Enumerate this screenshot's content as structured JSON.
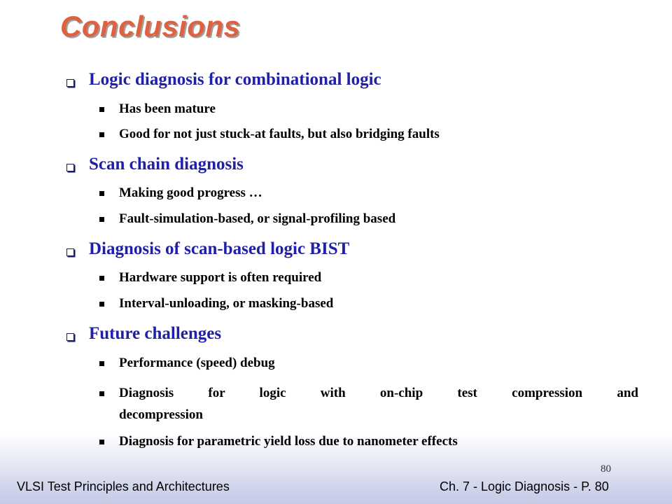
{
  "slide": {
    "title": "Conclusions",
    "sections": [
      {
        "heading": "Logic diagnosis for combinational logic",
        "items": [
          "Has been mature",
          "Good for not just stuck-at faults, but also bridging faults"
        ]
      },
      {
        "heading": "Scan chain diagnosis",
        "items": [
          "Making good progress …",
          "Fault-simulation-based, or signal-profiling based"
        ]
      },
      {
        "heading": "Diagnosis of scan-based logic BIST",
        "items": [
          "Hardware support is often required",
          "Interval-unloading, or masking-based"
        ]
      },
      {
        "heading": "Future challenges",
        "items": [
          "Performance (speed) debug",
          "Diagnosis for logic with on-chip test compression and",
          "decompression",
          "Diagnosis for parametric yield loss due to nanometer effects"
        ]
      }
    ],
    "page_number": "80"
  },
  "footer": {
    "left": "VLSI Test Principles and Architectures",
    "right": "Ch. 7 - Logic Diagnosis  - P. 80"
  }
}
